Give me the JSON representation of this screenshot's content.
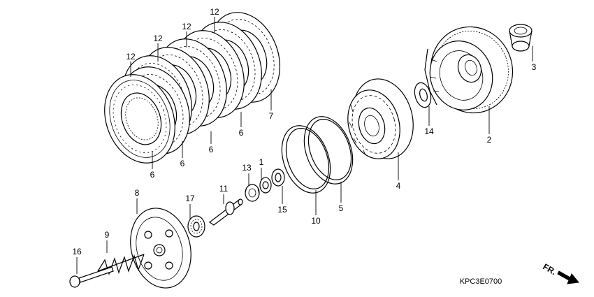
{
  "diagram": {
    "callouts": [
      "12",
      "12",
      "12",
      "12",
      "6",
      "6",
      "6",
      "6",
      "7",
      "3",
      "2",
      "14",
      "4",
      "1",
      "13",
      "15",
      "5",
      "10",
      "11",
      "17",
      "8",
      "9",
      "16"
    ],
    "drawing_code": "KPC3E0700",
    "direction_label": "FR."
  }
}
